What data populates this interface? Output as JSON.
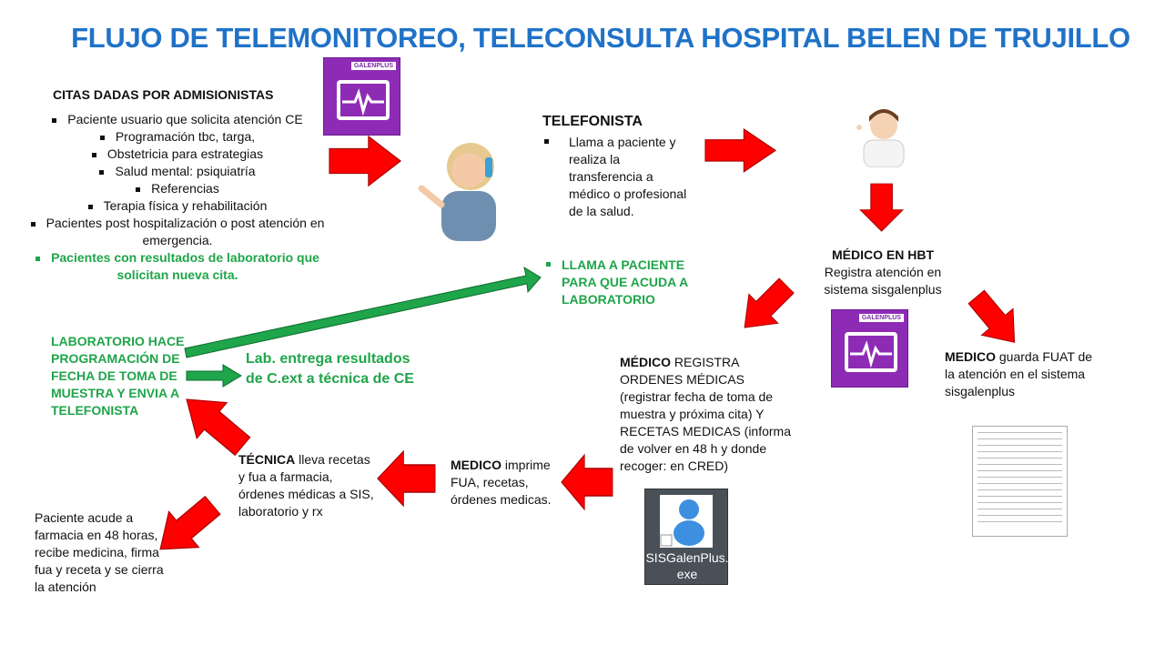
{
  "title": "FLUJO DE TELEMONITOREO, TELECONSULTA HOSPITAL BELEN DE TRUJILLO",
  "admisionistas": {
    "heading": "CITAS DADAS POR ADMISIONISTAS",
    "items": [
      "Paciente usuario que solicita atención CE",
      "Programación  tbc, targa,",
      "Obstetricia para estrategias",
      "Salud mental: psiquiatría",
      "Referencias",
      "Terapia física y rehabilitación",
      "Pacientes post hospitalización o post atención en emergencia."
    ],
    "highlight": "Pacientes con resultados de laboratorio que solicitan nueva cita."
  },
  "telefonista": {
    "heading": "TELEFONISTA",
    "item": "Llama a paciente y realiza la transferencia a médico o profesional de la salud.",
    "highlight": "LLAMA A PACIENTE PARA QUE ACUDA A LABORATORIO"
  },
  "medico_hbt": {
    "heading": "MÉDICO EN HBT",
    "text": "Registra atención en sistema sisgalenplus"
  },
  "medico_fuat": {
    "bold": "MEDICO",
    "text": " guarda FUAT de la atención en el sistema sisgalenplus"
  },
  "medico_ordenes": {
    "bold": "MÉDICO",
    "text": " REGISTRA ORDENES MÉDICAS (registrar fecha de toma de muestra y próxima cita) Y RECETAS  MEDICAS (informa de volver en 48 h y donde recoger: en CRED)"
  },
  "medico_imprime": {
    "bold": "MEDICO",
    "text": " imprime FUA, recetas, órdenes medicas."
  },
  "tecnica": {
    "bold": "TÉCNICA",
    "text": " lleva recetas y fua a farmacia, órdenes médicas a SIS, laboratorio y rx"
  },
  "paciente": "Paciente acude a farmacia en 48 horas, recibe medicina, firma fua y receta  y se cierra la atención",
  "laboratorio": "LABORATORIO HACE PROGRAMACIÓN DE FECHA DE TOMA DE MUESTRA Y ENVIA A TELEFONISTA",
  "lab_entrega": "Lab. entrega resultados de C.ext a técnica de CE",
  "galen_logo": "GALENPLUS",
  "sis_icon_label": "SISGalenPlus.exe",
  "colors": {
    "title": "#1f72c8",
    "arrow": "#ff0000",
    "green": "#1fa54a",
    "purple": "#8e2bb5"
  }
}
